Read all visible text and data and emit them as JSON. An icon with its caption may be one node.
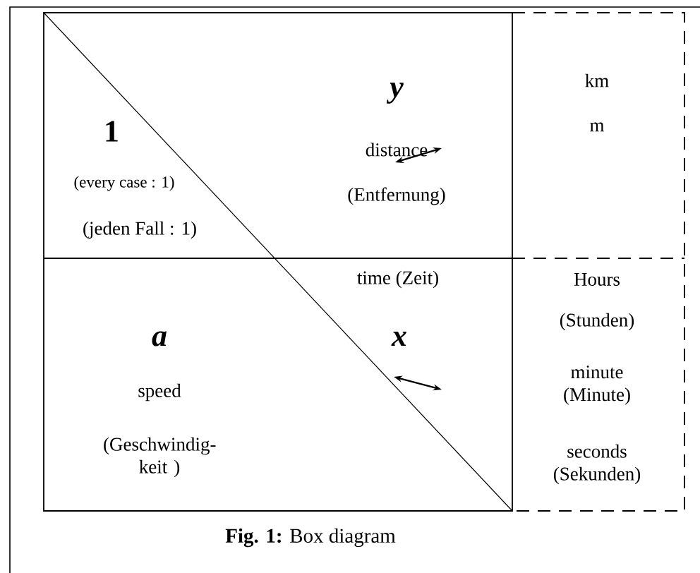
{
  "diagram": {
    "caption": "**Fig. 1:** Box diagram",
    "nodes": [
      {
        "text": [
          "1",
          "(every case : 1)",
          "(jeden Fall : 1)"
        ]
      },
      {
        "text": [
          "y",
          "distance",
          "(Entfernung)"
        ]
      },
      {
        "text": [
          "a",
          "speed",
          "(Geschwindig- keit )"
        ]
      },
      {
        "text": [
          "time (Zeit)",
          "x"
        ]
      },
      {
        "text": [
          "km",
          "m"
        ]
      },
      {
        "text": [
          "Hours",
          "(Stunden)",
          "minute (Minute)",
          "seconds (Sekunden)"
        ]
      }
    ],
    "edges": []
  }
}
